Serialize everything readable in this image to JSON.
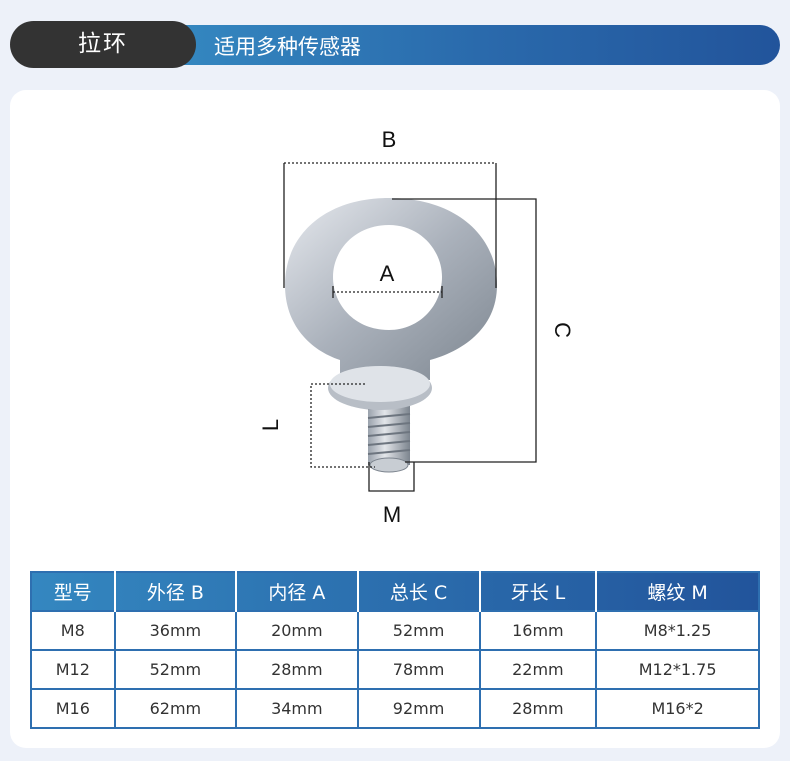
{
  "header": {
    "title": "拉环",
    "subtitle": "适用多种传感器"
  },
  "diagram": {
    "labels": {
      "b": "B",
      "a": "A",
      "c": "C",
      "l": "L",
      "m": "M"
    }
  },
  "table": {
    "headers": [
      "型号",
      "外径 B",
      "内径 A",
      "总长 C",
      "牙长 L",
      "螺纹 M"
    ],
    "rows": [
      [
        "M8",
        "36mm",
        "20mm",
        "52mm",
        "16mm",
        "M8*1.25"
      ],
      [
        "M12",
        "52mm",
        "28mm",
        "78mm",
        "22mm",
        "M12*1.75"
      ],
      [
        "M16",
        "62mm",
        "34mm",
        "92mm",
        "28mm",
        "M16*2"
      ]
    ]
  }
}
